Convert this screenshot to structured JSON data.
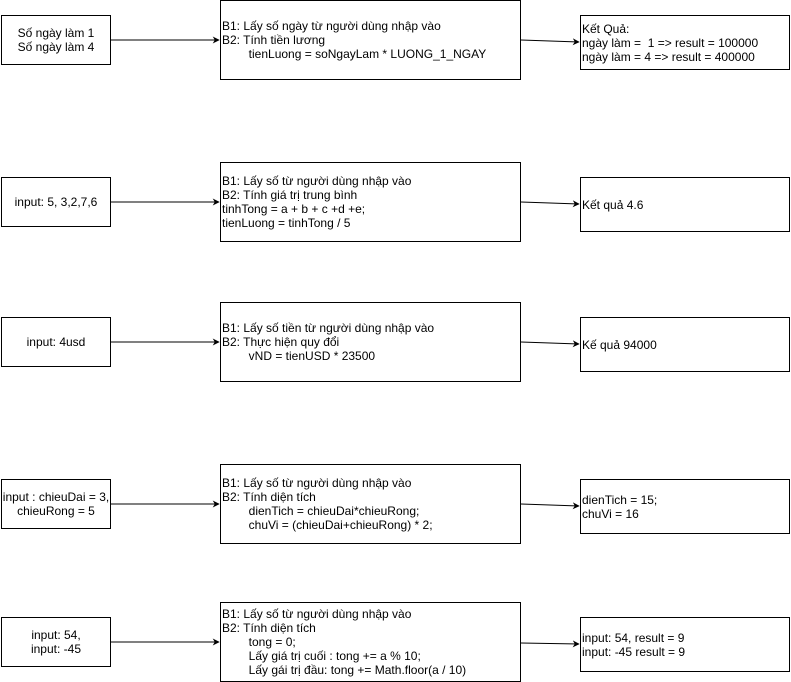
{
  "rows": [
    {
      "input": [
        "Số ngày làm 1",
        "Số ngày làm 4"
      ],
      "process": [
        "B1: Lấy số ngày từ người dùng nhập vào",
        "B2: Tính tiền lương",
        "        tienLuong = soNgayLam * LUONG_1_NGAY"
      ],
      "output": [
        "Kết Quả:",
        "ngày làm =  1 => result = 100000",
        "ngày làm = 4 => result = 400000"
      ]
    },
    {
      "input": [
        "input: 5, 3,2,7,6"
      ],
      "process": [
        "B1: Lấy số từ người dùng nhập vào",
        "B2: Tính giá trị trung bình",
        "tinhTong = a + b + c +d +e;",
        "tienLuong = tinhTong / 5"
      ],
      "output": [
        "Kết quả 4.6"
      ]
    },
    {
      "input": [
        "input: 4usd"
      ],
      "process": [
        "B1: Lấy số tiền từ người dùng nhập vào",
        "B2: Thực hiện quy đổi",
        "        vND = tienUSD * 23500"
      ],
      "output": [
        "Kế quả 94000"
      ]
    },
    {
      "input": [
        "input : chieuDai = 3,",
        "chieuRong = 5"
      ],
      "process": [
        "B1: Lấy số từ người dùng nhập vào",
        "B2: Tính diện tích",
        "        dienTich = chieuDai*chieuRong;",
        "        chuVi = (chieuDai+chieuRong) * 2;"
      ],
      "output": [
        "dienTich = 15;",
        "chuVi = 16"
      ]
    },
    {
      "input": [
        "input: 54,",
        "input: -45"
      ],
      "process": [
        "B1: Lấy số từ người dùng nhập vào",
        "B2: Tính diện tích",
        "        tong = 0;",
        "        Lấy giá trị cuối : tong += a % 10;",
        "        Lấy gái trị đầu: tong += Math.floor(a / 10)"
      ],
      "output": [
        "input: 54, result = 9",
        "input: -45 result = 9"
      ]
    }
  ],
  "colors": {
    "stroke": "#000000",
    "fill": "#ffffff"
  }
}
